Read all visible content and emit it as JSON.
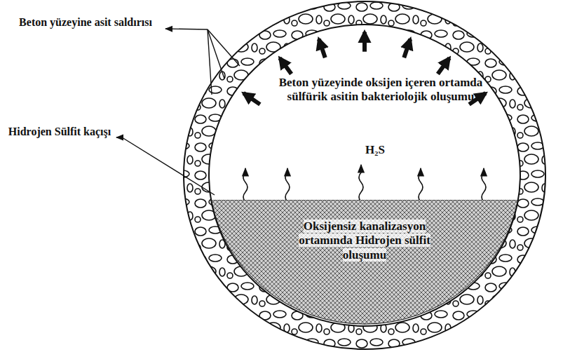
{
  "diagram": {
    "nodes": [
      {
        "text": [
          "Oksijensiz kanalizasyon ortamında Hidrojen sülfit oluşumu"
        ]
      }
    ],
    "labels": [
      "Beton yüzeyine asit saldırısı",
      "Hidrojen Sülfit kaçışı",
      "Beton yüzeyinde oksijen içeren ortamda sülfürik asitin bakteriolojik oluşumu",
      "H₂S"
    ]
  }
}
